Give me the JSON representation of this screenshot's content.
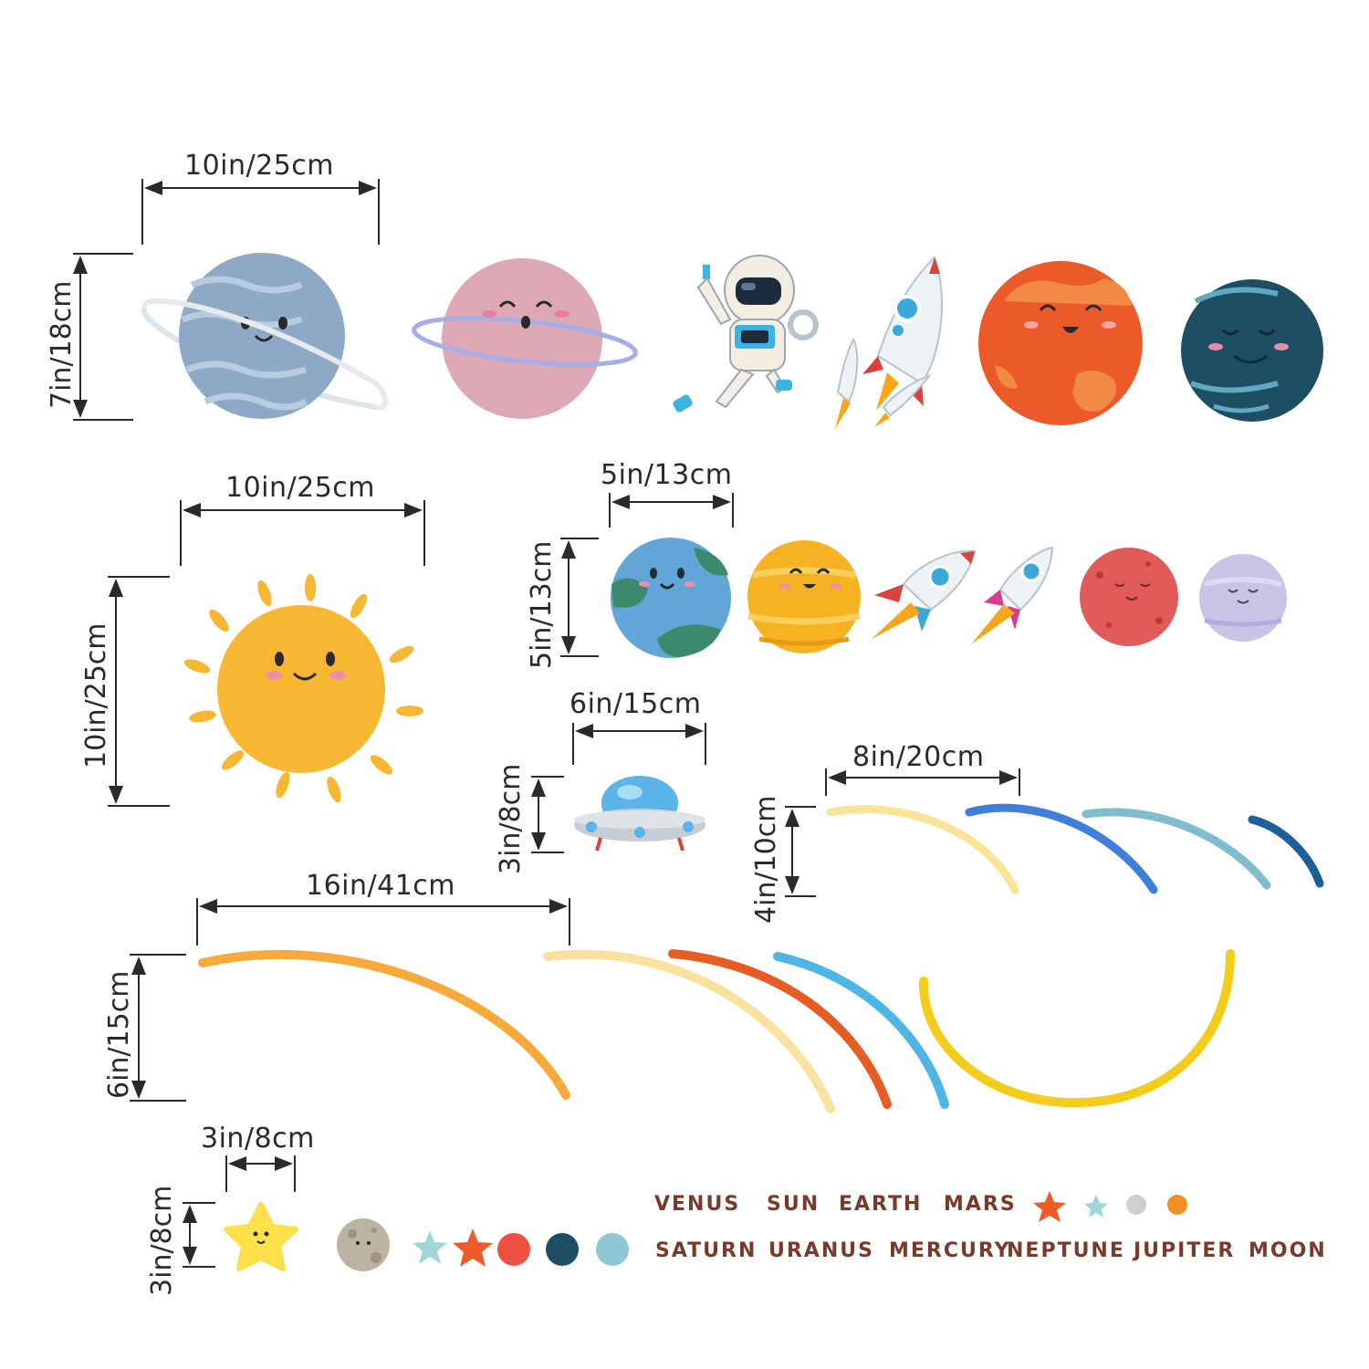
{
  "dimensions": {
    "top_planet_width": "10in/25cm",
    "top_planet_height": "7in/18cm",
    "sun_width": "10in/25cm",
    "sun_height": "10in/25cm",
    "small_planet_width": "5in/13cm",
    "small_planet_height": "5in/13cm",
    "ufo_width": "6in/15cm",
    "ufo_height": "3in/8cm",
    "short_arc_width": "8in/20cm",
    "short_arc_height": "4in/10cm",
    "long_arc_width": "16in/41cm",
    "long_arc_height": "6in/15cm",
    "star_width": "3in/8cm",
    "star_height": "3in/8cm"
  },
  "labels_row1": [
    "VENUS",
    "SUN",
    "EARTH",
    "MARS"
  ],
  "labels_row2": [
    "SATURN",
    "URANUS",
    "MERCURY",
    "NEPTUNE",
    "JUPITER",
    "MOON"
  ],
  "colors": {
    "sun": "#f7b733",
    "mars": "#ec5a2a",
    "neptune": "#1d4e63",
    "uranus": "#8ea9c6",
    "pink_planet": "#dca8b6",
    "earth_ocean": "#62a6d8",
    "earth_land": "#3b8a6e",
    "jupiter": "#f5b324",
    "red_planet": "#e25b5b",
    "lavender_planet": "#c9c3e6",
    "label": "#7a3a2a"
  }
}
